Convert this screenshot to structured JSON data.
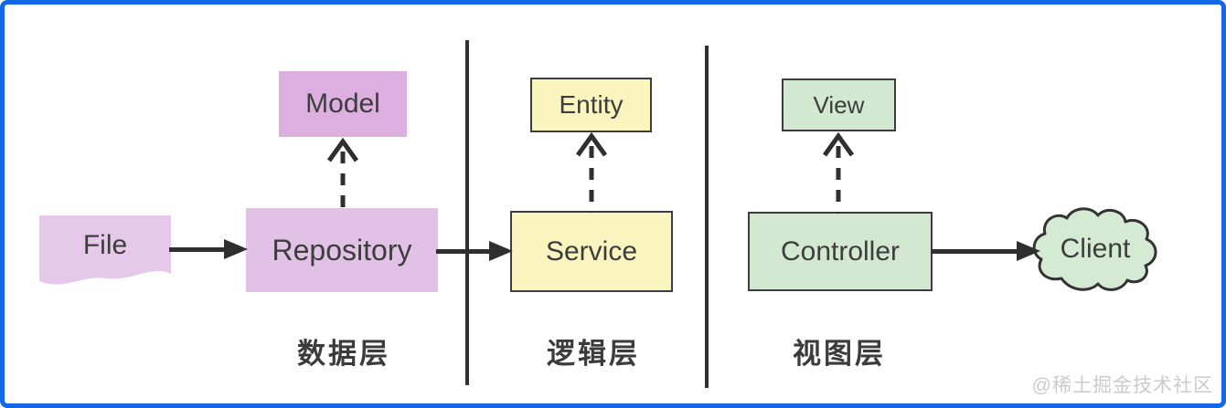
{
  "diagram": {
    "watermark": "@稀土掘金技术社区",
    "frame_color": "#1468E8",
    "line_color": "#2F2F2F",
    "text_color": "#3D3D3D",
    "layers": {
      "data": {
        "label": "数据层"
      },
      "logic": {
        "label": "逻辑层"
      },
      "view": {
        "label": "视图层"
      }
    },
    "nodes": {
      "file": {
        "label": "File",
        "shape": "document",
        "fill": "#E6C9EA"
      },
      "model": {
        "label": "Model",
        "shape": "rect",
        "fill": "#DCAFE0"
      },
      "repository": {
        "label": "Repository",
        "shape": "rect",
        "fill": "#E2C1E6"
      },
      "entity": {
        "label": "Entity",
        "shape": "rect",
        "fill": "#FAF4BE",
        "border": "#3D3D3D"
      },
      "service": {
        "label": "Service",
        "shape": "rect",
        "fill": "#FAF4BE",
        "border": "#3D3D3D"
      },
      "view": {
        "label": "View",
        "shape": "rect",
        "fill": "#D2E8D0",
        "border": "#3D3D3D"
      },
      "controller": {
        "label": "Controller",
        "shape": "rect",
        "fill": "#D2E8D0",
        "border": "#3D3D3D"
      },
      "client": {
        "label": "Client",
        "shape": "cloud",
        "fill": "#D5EAD3",
        "border": "#333333"
      }
    },
    "edges": [
      {
        "from": "file",
        "to": "repository",
        "style": "solid-arrow"
      },
      {
        "from": "repository",
        "to": "model",
        "style": "dashed-arrow"
      },
      {
        "from": "repository",
        "to": "service",
        "style": "solid-arrow"
      },
      {
        "from": "service",
        "to": "entity",
        "style": "dashed-arrow"
      },
      {
        "from": "service",
        "to": "controller",
        "style": "solid-arrow"
      },
      {
        "from": "controller",
        "to": "view",
        "style": "dashed-arrow"
      },
      {
        "from": "controller",
        "to": "client",
        "style": "solid-arrow"
      }
    ]
  }
}
